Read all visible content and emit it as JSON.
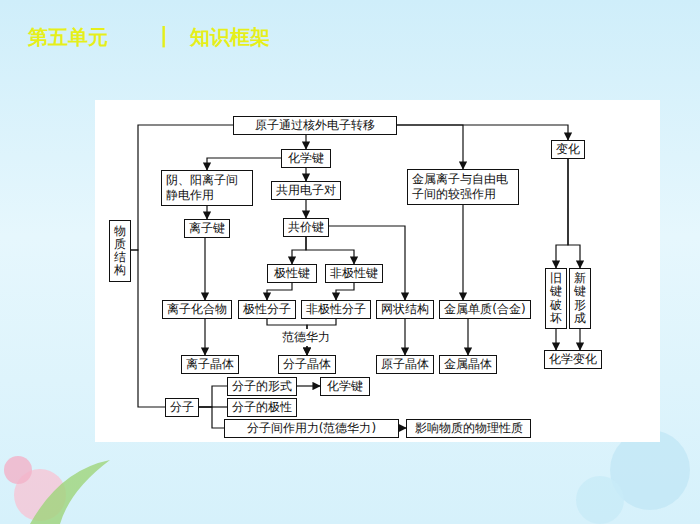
{
  "diagram": {
    "title": "第五单元",
    "nodes": [
      {
        "text": [
          "原子通过核外电子转移"
        ]
      },
      {
        "text": [
          "化学键"
        ]
      },
      {
        "text": [
          "阴、阳离子间静电作用"
        ]
      },
      {
        "text": [
          "共用电子对"
        ]
      },
      {
        "text": [
          "金属离子与自由电子间的较强作用"
        ]
      },
      {
        "text": [
          "变化"
        ]
      },
      {
        "text": [
          "离子键"
        ]
      },
      {
        "text": [
          "共价键"
        ]
      },
      {
        "text": [
          "极性键"
        ]
      },
      {
        "text": [
          "非极性键"
        ]
      },
      {
        "text": [
          "离子化合物"
        ]
      },
      {
        "text": [
          "极性分子"
        ]
      },
      {
        "text": [
          "非极性分子"
        ]
      },
      {
        "text": [
          "网状结构"
        ]
      },
      {
        "text": [
          "金属单质(合金)"
        ]
      },
      {
        "text": [
          "旧键破坏"
        ]
      },
      {
        "text": [
          "新键形成"
        ]
      },
      {
        "text": [
          "离子晶体"
        ]
      },
      {
        "text": [
          "分子晶体"
        ]
      },
      {
        "text": [
          "原子晶体"
        ]
      },
      {
        "text": [
          "金属晶体"
        ]
      },
      {
        "text": [
          "化学变化"
        ]
      },
      {
        "text": [
          "物质结构"
        ]
      },
      {
        "text": [
          "分子"
        ]
      },
      {
        "text": [
          "分子的形式"
        ]
      },
      {
        "text": [
          "化学键"
        ]
      },
      {
        "text": [
          "分子的极性"
        ]
      },
      {
        "text": [
          "分子间作用力(范德华力)"
        ]
      },
      {
        "text": [
          "影响物质的物理性质"
        ]
      }
    ],
    "edges": [
      {
        "from": 0,
        "to": 1,
        "arrow": "to"
      },
      {
        "from": 0,
        "to": 4,
        "arrow": "to"
      },
      {
        "from": 0,
        "to": 5,
        "arrow": "to"
      },
      {
        "from": 1,
        "to": 2,
        "arrow": "to"
      },
      {
        "from": 1,
        "to": 3,
        "arrow": "to"
      },
      {
        "from": 2,
        "to": 6,
        "arrow": "to"
      },
      {
        "from": 3,
        "to": 7,
        "arrow": "to"
      },
      {
        "from": 7,
        "to": 8,
        "arrow": "to"
      },
      {
        "from": 7,
        "to": 9,
        "arrow": "to"
      },
      {
        "from": 7,
        "to": 13,
        "arrow": "to"
      },
      {
        "from": 8,
        "to": 11,
        "arrow": "to"
      },
      {
        "from": 9,
        "to": 12,
        "arrow": "to"
      },
      {
        "from": 6,
        "to": 10,
        "arrow": "to"
      },
      {
        "from": 10,
        "to": 17,
        "arrow": "to"
      },
      {
        "from": 11,
        "to": 18,
        "arrow": "to"
      },
      {
        "from": 12,
        "to": 18,
        "arrow": "to"
      },
      {
        "from": 13,
        "to": 19,
        "arrow": "to"
      },
      {
        "from": 4,
        "to": 14,
        "arrow": "to"
      },
      {
        "from": 14,
        "to": 20,
        "arrow": "to"
      },
      {
        "from": 5,
        "to": 15,
        "arrow": "to"
      },
      {
        "from": 5,
        "to": 16,
        "arrow": "to"
      },
      {
        "from": 15,
        "to": 21,
        "arrow": "to"
      },
      {
        "from": 16,
        "to": 21,
        "arrow": "to"
      },
      {
        "from": 22,
        "to": 0,
        "arrow": "none"
      },
      {
        "from": 22,
        "to": 23,
        "arrow": "none"
      },
      {
        "from": 23,
        "to": 24,
        "arrow": "none"
      },
      {
        "from": 23,
        "to": 26,
        "arrow": "none"
      },
      {
        "from": 23,
        "to": 27,
        "arrow": "none"
      },
      {
        "from": 24,
        "to": 25,
        "arrow": "to"
      },
      {
        "from": 27,
        "to": 28,
        "arrow": "to"
      }
    ],
    "labels": [
      "|",
      "知识框架",
      "范德华力"
    ]
  }
}
